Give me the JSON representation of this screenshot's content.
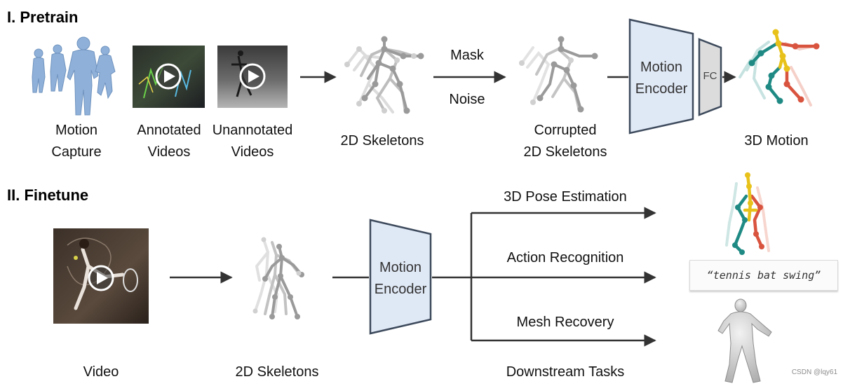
{
  "pretrain": {
    "title": "I. Pretrain",
    "sources": [
      {
        "line1": "Motion",
        "line2": "Capture"
      },
      {
        "line1": "Annotated",
        "line2": "Videos"
      },
      {
        "line1": "Unannotated",
        "line2": "Videos"
      }
    ],
    "skeletons_label": "2D Skeletons",
    "mask_label": "Mask",
    "noise_label": "Noise",
    "corrupted": {
      "line1": "Corrupted",
      "line2": "2D Skeletons"
    },
    "encoder": {
      "line1": "Motion",
      "line2": "Encoder"
    },
    "fc_label": "FC",
    "output_label": "3D Motion"
  },
  "finetune": {
    "title": "II. Finetune",
    "video_label": "Video",
    "skeletons_label": "2D Skeletons",
    "encoder": {
      "line1": "Motion",
      "line2": "Encoder"
    },
    "tasks": [
      "3D Pose Estimation",
      "Action Recognition",
      "Mesh Recovery"
    ],
    "downstream_label": "Downstream Tasks",
    "action_output": "“tennis bat swing”"
  },
  "watermark": "CSDN @lqy61",
  "colors": {
    "encoder_fill": "#dfe8f5",
    "encoder_stroke": "#3d4a5c",
    "fc_fill": "#dcdcdc",
    "arrow": "#333333",
    "skeleton": "#9a9a9a",
    "teal": "#1f8a84",
    "yellow": "#e8c21a",
    "red": "#d9543f",
    "mocap_blue": "#8fb0d8"
  },
  "icons": [
    "play-icon",
    "mocap-figures",
    "human-mesh"
  ]
}
